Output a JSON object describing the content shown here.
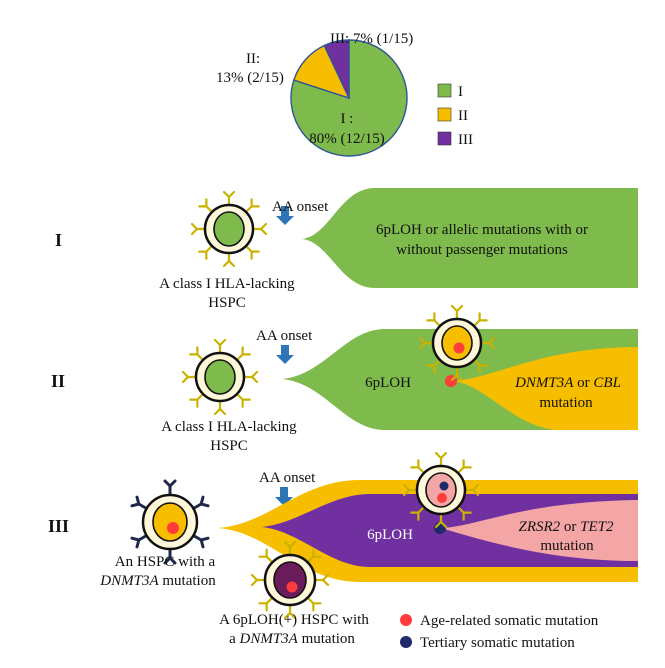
{
  "chart_data": {
    "type": "pie",
    "categories": [
      "I",
      "II",
      "III"
    ],
    "values": [
      80,
      13,
      7
    ],
    "counts": [
      "12/15",
      "2/15",
      "1/15"
    ],
    "colors": [
      "#7FBA4C",
      "#F7BE00",
      "#7030A0"
    ],
    "slice_labels": {
      "I_line1": "I :",
      "I_line2": "80% (12/15)",
      "II_line1": "II:",
      "II_line2": "13% (2/15)",
      "III": "III: 7% (1/15)"
    },
    "legend": [
      "I",
      "II",
      "III"
    ],
    "legend_position": "right"
  },
  "rows": {
    "I": {
      "roman": "I",
      "onset": "AA onset",
      "cell_line1": "A class I HLA-lacking",
      "cell_line2": "HSPC",
      "flow_line1": "6pLOH or allelic mutations with or",
      "flow_line2": "without passenger mutations"
    },
    "II": {
      "roman": "II",
      "onset": "AA onset",
      "cell_line1": "A class I HLA-lacking",
      "cell_line2": "HSPC",
      "flow_label": "6pLOH",
      "mut_gene1": "DNMT3A",
      "mut_or": " or ",
      "mut_gene2": "CBL",
      "mut_line2": "mutation"
    },
    "III": {
      "roman": "III",
      "onset": "AA onset",
      "cell_line1": "An HSPC with a",
      "cell_gene": "DNMT3A",
      "cell_line2_suffix": " mutation",
      "cell2_line1": "A 6pLOH(+) HSPC with",
      "cell2_line2_prefix": "a ",
      "cell2_gene": "DNMT3A",
      "cell2_line2_suffix": " mutation",
      "flow_label": "6pLOH",
      "mut_gene1": "ZRSR2",
      "mut_or": "  or ",
      "mut_gene2": "TET2",
      "mut_line2": "mutation"
    }
  },
  "legend_bottom": {
    "age_related": "Age-related somatic mutation",
    "tertiary": "Tertiary somatic mutation",
    "age_color": "#FF3B3B",
    "tertiary_color": "#1F2A6B"
  }
}
